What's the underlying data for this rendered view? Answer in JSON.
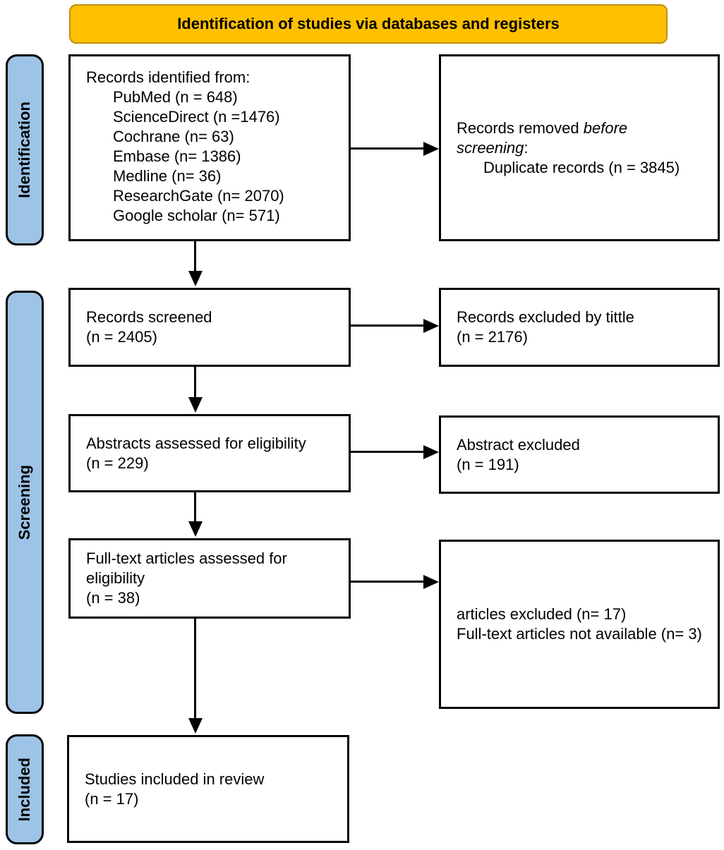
{
  "colors": {
    "banner_fill": "#FFC000",
    "banner_border": "#BF9000",
    "stage_fill": "#9DC3E6",
    "line": "#000000"
  },
  "header": {
    "title": "Identification of studies via databases and registers"
  },
  "sidebar": {
    "identification": "Identification",
    "screening": "Screening",
    "included": "Included"
  },
  "flow": {
    "identified": {
      "title": "Records identified from:",
      "items": [
        "PubMed (n = 648)",
        "ScienceDirect (n =1476)",
        "Cochrane (n= 63)",
        "Embase (n= 1386)",
        "Medline (n= 36)",
        "ResearchGate (n= 2070)",
        "Google scholar (n= 571)"
      ]
    },
    "screened": {
      "line1": "Records screened",
      "line2": "(n = 2405)"
    },
    "abstracts": {
      "line1": "Abstracts assessed for eligibility",
      "line2": "(n = 229)"
    },
    "fulltext": {
      "line1": "Full-text articles assessed for",
      "line2": "eligibility",
      "line3": "(n = 38)"
    },
    "included": {
      "line1": "Studies included in review",
      "line2": "(n = 17)"
    }
  },
  "exclusions": {
    "removed": {
      "l1_normal": "Records removed ",
      "l1_italic": "before",
      "l2_italic": "screening",
      "l2_normal": ":",
      "item": "Duplicate records (n = 3845)"
    },
    "by_title": {
      "line1": "Records excluded by tittle",
      "line2": "(n = 2176)"
    },
    "abstract": {
      "line1": "Abstract excluded",
      "line2": "(n = 191)"
    },
    "fulltext": {
      "line1": "articles excluded (n= 17)",
      "line2": "Full-text articles not available (n= 3)"
    }
  }
}
